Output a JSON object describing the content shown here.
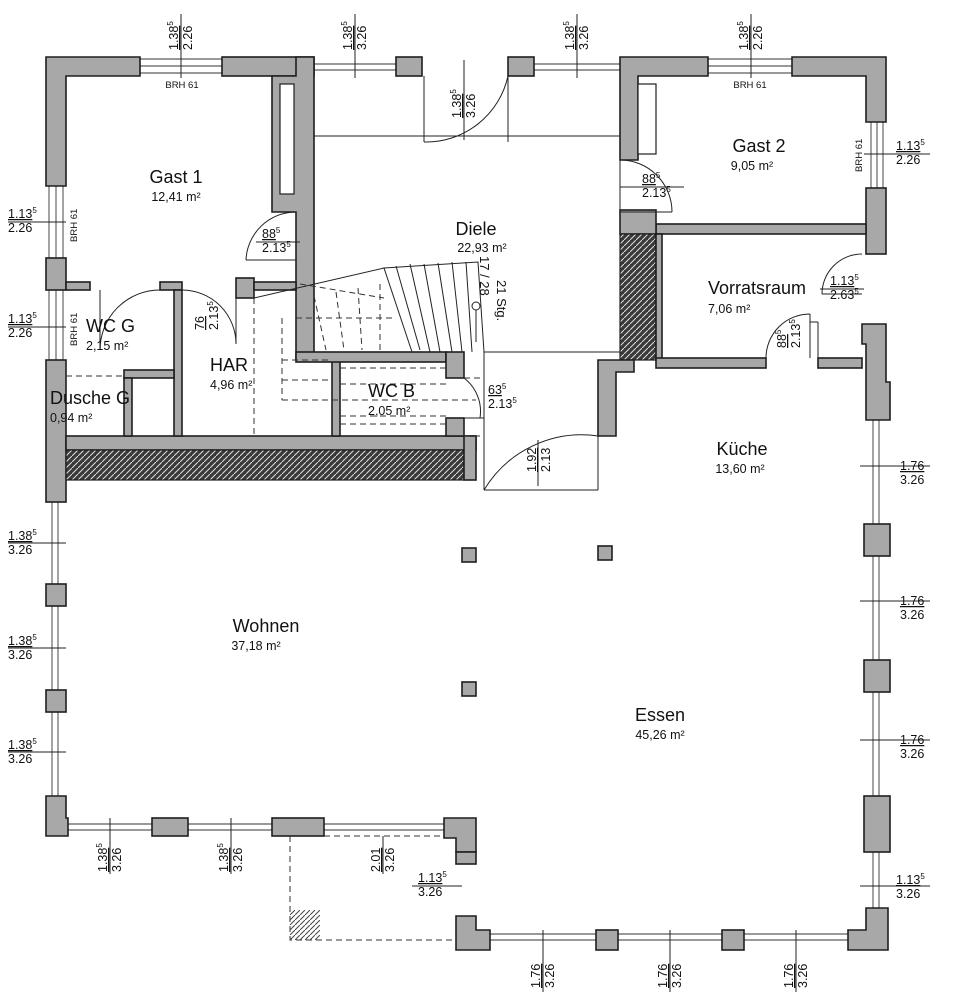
{
  "plan": {
    "rooms": [
      {
        "name": "Gast 1",
        "area": "12,41 m²"
      },
      {
        "name": "Gast 2",
        "area": "9,05 m²"
      },
      {
        "name": "Diele",
        "area": "22,93 m²"
      },
      {
        "name": "Vorratsraum",
        "area": "7,06 m²"
      },
      {
        "name": "WC G",
        "area": "2,15 m²"
      },
      {
        "name": "HAR",
        "area": "4,96 m²"
      },
      {
        "name": "WC B",
        "area": "2,05 m²"
      },
      {
        "name": "Dusche G",
        "area": "0,94 m²"
      },
      {
        "name": "Küche",
        "area": "13,60 m²"
      },
      {
        "name": "Wohnen",
        "area": "37,18 m²"
      },
      {
        "name": "Essen",
        "area": "45,26 m²"
      }
    ],
    "stair": {
      "label": "17 / 28",
      "steps": "21 Stg."
    },
    "brh": "BRH 61",
    "dims": [
      {
        "top": "1.38",
        "sup": "5",
        "bottom": "2.26",
        "sup2": ""
      },
      {
        "top": "1.38",
        "sup": "5",
        "bottom": "3.26",
        "sup2": ""
      },
      {
        "top": "1.38",
        "sup": "5",
        "bottom": "3.26",
        "sup2": ""
      },
      {
        "top": "1.38",
        "sup": "5",
        "bottom": "2.26",
        "sup2": ""
      },
      {
        "top": "1.38",
        "sup": "5",
        "bottom": "3.26",
        "sup2": ""
      },
      {
        "top": "1.13",
        "sup": "5",
        "bottom": "2.26",
        "sup2": ""
      },
      {
        "top": "1.13",
        "sup": "5",
        "bottom": "2.26",
        "sup2": ""
      },
      {
        "top": "1.13",
        "sup": "5",
        "bottom": "2.26",
        "sup2": ""
      },
      {
        "top": "88",
        "sup": "5",
        "bottom": "2.13",
        "sup2": "5"
      },
      {
        "top": "88",
        "sup": "5",
        "bottom": "2.13",
        "sup2": "5"
      },
      {
        "top": "1.13",
        "sup": "5",
        "bottom": "2.63",
        "sup2": "5"
      },
      {
        "top": "88",
        "sup": "5",
        "bottom": "2.13",
        "sup2": "5"
      },
      {
        "top": "76",
        "sup": "",
        "bottom": "2.13",
        "sup2": "5"
      },
      {
        "top": "63",
        "sup": "5",
        "bottom": "2.13",
        "sup2": "5"
      },
      {
        "top": "1.92",
        "sup": "",
        "bottom": "2.13",
        "sup2": ""
      },
      {
        "top": "1.76",
        "sup": "",
        "bottom": "3.26",
        "sup2": ""
      },
      {
        "top": "1.76",
        "sup": "",
        "bottom": "3.26",
        "sup2": ""
      },
      {
        "top": "1.76",
        "sup": "",
        "bottom": "3.26",
        "sup2": ""
      },
      {
        "top": "1.13",
        "sup": "5",
        "bottom": "3.26",
        "sup2": ""
      },
      {
        "top": "1.38",
        "sup": "5",
        "bottom": "3.26",
        "sup2": ""
      },
      {
        "top": "1.38",
        "sup": "5",
        "bottom": "3.26",
        "sup2": ""
      },
      {
        "top": "1.38",
        "sup": "5",
        "bottom": "3.26",
        "sup2": ""
      },
      {
        "top": "1.38",
        "sup": "5",
        "bottom": "3.26",
        "sup2": ""
      },
      {
        "top": "1.38",
        "sup": "5",
        "bottom": "3.26",
        "sup2": ""
      },
      {
        "top": "2.01",
        "sup": "",
        "bottom": "3.26",
        "sup2": ""
      },
      {
        "top": "1.13",
        "sup": "5",
        "bottom": "3.26",
        "sup2": ""
      },
      {
        "top": "1.76",
        "sup": "",
        "bottom": "3.26",
        "sup2": ""
      },
      {
        "top": "1.76",
        "sup": "",
        "bottom": "3.26",
        "sup2": ""
      },
      {
        "top": "1.76",
        "sup": "",
        "bottom": "3.26",
        "sup2": ""
      }
    ],
    "colors": {
      "wall": "#a8a8a8",
      "line": "#1e1e1e",
      "background": "#ffffff"
    }
  }
}
